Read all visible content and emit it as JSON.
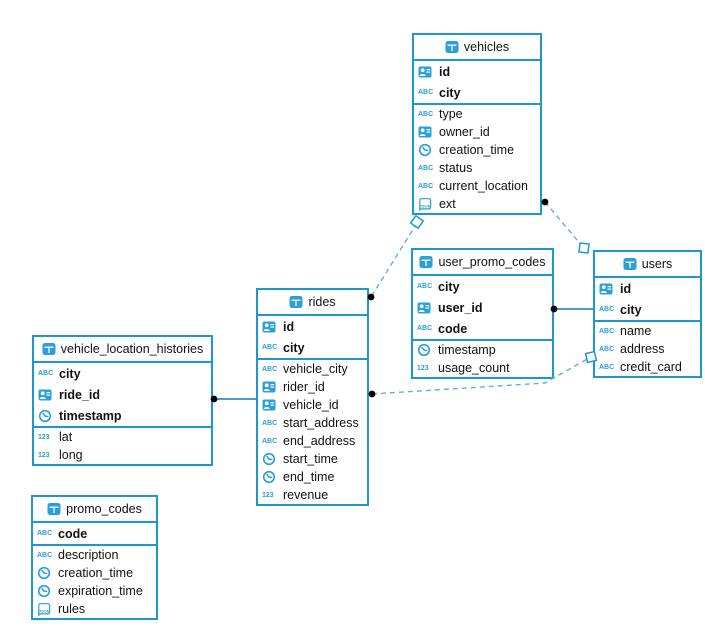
{
  "diagram": {
    "colors": {
      "primary_blue": "#1E96D6",
      "icon_blue": "#2B9FD8",
      "dashed_line_blue": "#63AEDC",
      "solid_line_blue": "#1779B5",
      "endpoint_dot": "#000000",
      "text": "#111111",
      "background": "#FFFFFF"
    },
    "icon_legend": {
      "table": "table-grid-icon",
      "id": "person-id-icon",
      "text": "abc-text-icon",
      "time": "clock-icon",
      "number": "123-number-icon",
      "json": "json-doc-icon"
    },
    "tables": [
      {
        "id": "vehicles",
        "name": "vehicles",
        "primary_key_fields": [
          {
            "name": "id",
            "type": "id"
          },
          {
            "name": "city",
            "type": "text"
          }
        ],
        "fields": [
          {
            "name": "type",
            "type": "text"
          },
          {
            "name": "owner_id",
            "type": "id"
          },
          {
            "name": "creation_time",
            "type": "time"
          },
          {
            "name": "status",
            "type": "text"
          },
          {
            "name": "current_location",
            "type": "text"
          },
          {
            "name": "ext",
            "type": "json"
          }
        ]
      },
      {
        "id": "user_promo_codes",
        "name": "user_promo_codes",
        "primary_key_fields": [
          {
            "name": "city",
            "type": "text"
          },
          {
            "name": "user_id",
            "type": "id"
          },
          {
            "name": "code",
            "type": "text"
          }
        ],
        "fields": [
          {
            "name": "timestamp",
            "type": "time"
          },
          {
            "name": "usage_count",
            "type": "number"
          }
        ]
      },
      {
        "id": "users",
        "name": "users",
        "primary_key_fields": [
          {
            "name": "id",
            "type": "id"
          },
          {
            "name": "city",
            "type": "text"
          }
        ],
        "fields": [
          {
            "name": "name",
            "type": "text"
          },
          {
            "name": "address",
            "type": "text"
          },
          {
            "name": "credit_card",
            "type": "text"
          }
        ]
      },
      {
        "id": "rides",
        "name": "rides",
        "primary_key_fields": [
          {
            "name": "id",
            "type": "id"
          },
          {
            "name": "city",
            "type": "text"
          }
        ],
        "fields": [
          {
            "name": "vehicle_city",
            "type": "text"
          },
          {
            "name": "rider_id",
            "type": "id"
          },
          {
            "name": "vehicle_id",
            "type": "id"
          },
          {
            "name": "start_address",
            "type": "text"
          },
          {
            "name": "end_address",
            "type": "text"
          },
          {
            "name": "start_time",
            "type": "time"
          },
          {
            "name": "end_time",
            "type": "time"
          },
          {
            "name": "revenue",
            "type": "number"
          }
        ]
      },
      {
        "id": "vehicle_location_histories",
        "name": "vehicle_location_histories",
        "primary_key_fields": [
          {
            "name": "city",
            "type": "text"
          },
          {
            "name": "ride_id",
            "type": "id"
          },
          {
            "name": "timestamp",
            "type": "time"
          }
        ],
        "fields": [
          {
            "name": "lat",
            "type": "number"
          },
          {
            "name": "long",
            "type": "number"
          }
        ]
      },
      {
        "id": "promo_codes",
        "name": "promo_codes",
        "primary_key_fields": [
          {
            "name": "code",
            "type": "text"
          }
        ],
        "fields": [
          {
            "name": "description",
            "type": "text"
          },
          {
            "name": "creation_time",
            "type": "time"
          },
          {
            "name": "expiration_time",
            "type": "time"
          },
          {
            "name": "rules",
            "type": "json"
          }
        ]
      }
    ],
    "connections": [
      {
        "from": "vehicles",
        "to": "users",
        "style": "dashed"
      },
      {
        "from": "vehicles",
        "to": "rides",
        "style": "dashed"
      },
      {
        "from": "rides",
        "to": "users",
        "style": "dashed"
      },
      {
        "from": "user_promo_codes",
        "to": "users",
        "style": "solid"
      },
      {
        "from": "vehicle_location_histories",
        "to": "rides",
        "style": "solid"
      }
    ]
  }
}
